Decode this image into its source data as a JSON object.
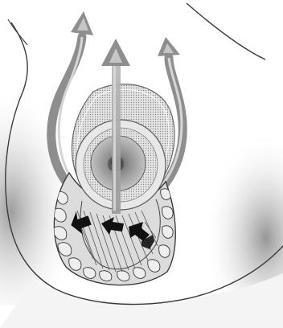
{
  "figure": {
    "description_text": "",
    "colors": {
      "background": "#ffffff",
      "skin_shadow": "#9a9a9a",
      "outline": "#2a2a2a",
      "arrow_fill": "#8a8a8a",
      "arrow_light": "#d4d4d4",
      "mesh_fill": "#c8c8c8",
      "areola": "#a6a6a6",
      "muscle_fill": "#d8d8d8",
      "black_arrows": "#111111"
    },
    "icons": {
      "left_arrow": "curved-arrow-up-left",
      "center_arrow": "straight-arrow-up",
      "right_arrow": "curved-arrow-up-right",
      "pedicle_arrows": "black-block-arrows"
    }
  }
}
